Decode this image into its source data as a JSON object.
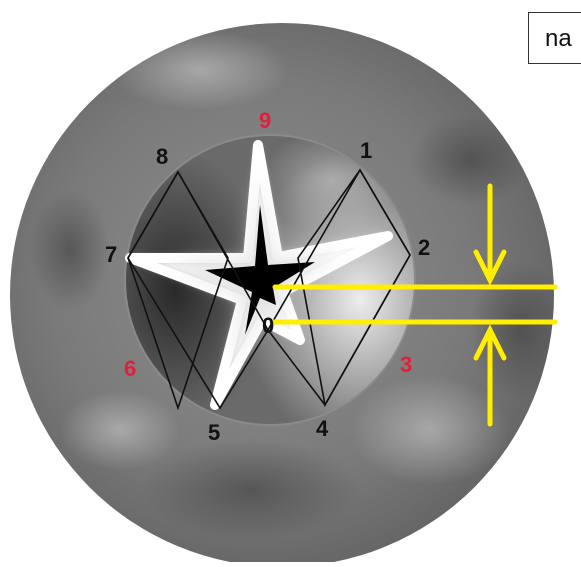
{
  "corner_label": "na",
  "labels": {
    "n1": "1",
    "n2": "2",
    "n3": "3",
    "n4": "4",
    "n5": "5",
    "n6": "6",
    "n7": "7",
    "n8": "8",
    "n9": "9",
    "center": "0"
  },
  "colors": {
    "label_black": "#111111",
    "label_red": "#e0203a",
    "arrow_yellow": "#ffee00",
    "ring": "#8a8a8a",
    "rhombus_stroke": "#111111",
    "star_core": "#000000",
    "star_glow": "#ffffff"
  },
  "icons": {
    "arrow_down": "arrow-down-icon",
    "arrow_up": "arrow-up-icon"
  }
}
